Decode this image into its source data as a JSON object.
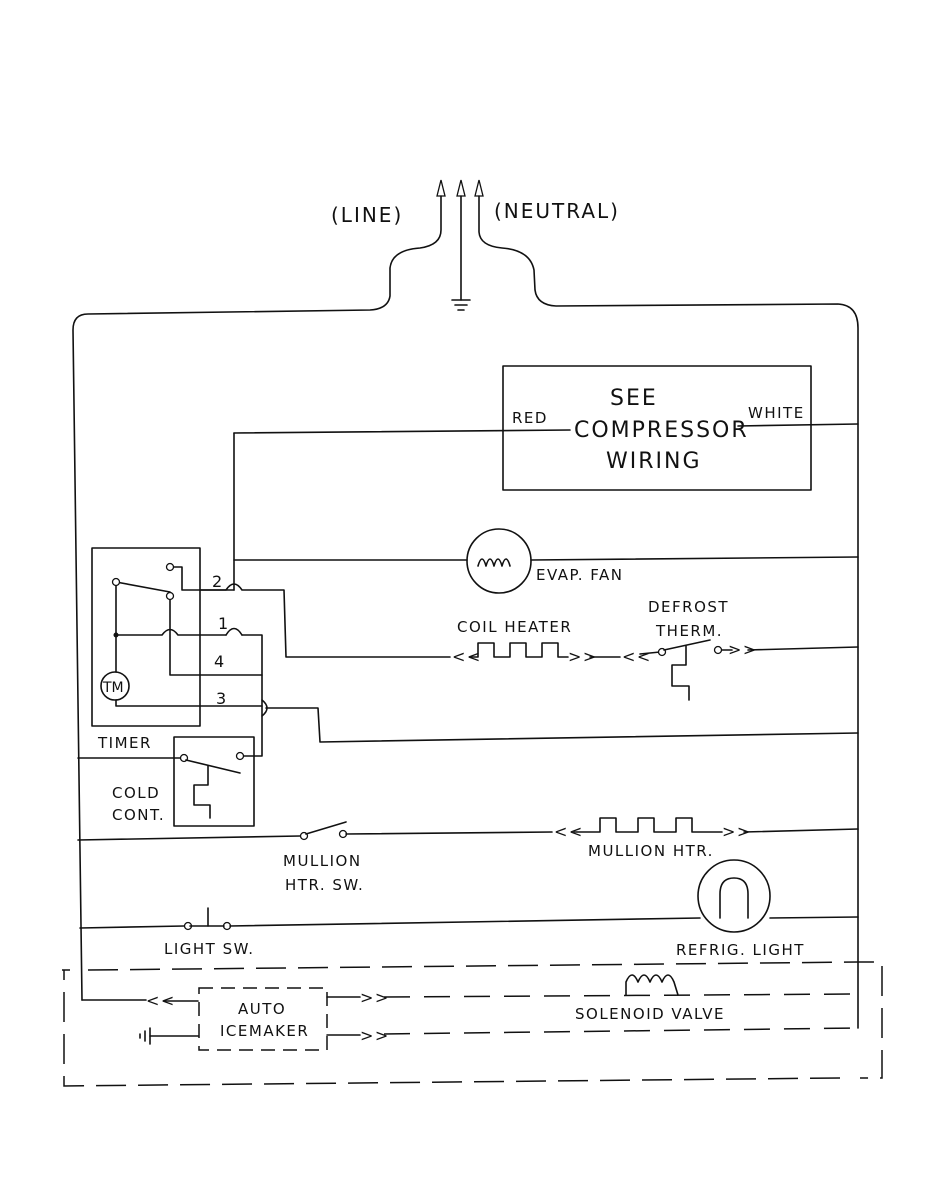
{
  "labels": {
    "line": "(LINE)",
    "neutral": "(NEUTRAL)",
    "compressor_1": "SEE",
    "compressor_2": "COMPRESSOR",
    "compressor_3": "WIRING",
    "red": "RED",
    "white": "WHITE",
    "evap_fan": "EVAP. FAN",
    "coil_heater": "COIL HEATER",
    "defrost_1": "DEFROST",
    "defrost_2": "THERM.",
    "timer": "TIMER",
    "timer_motor": "TM",
    "term_1": "1",
    "term_2": "2",
    "term_3": "3",
    "term_4": "4",
    "cold_1": "COLD",
    "cold_2": "CONT.",
    "mullion_sw_1": "MULLION",
    "mullion_sw_2": "HTR. SW.",
    "mullion_htr": "MULLION HTR.",
    "light_sw": "LIGHT SW.",
    "refrig_light": "REFRIG. LIGHT",
    "icemaker_1": "AUTO",
    "icemaker_2": "ICEMAKER",
    "solenoid": "SOLENOID VALVE"
  }
}
